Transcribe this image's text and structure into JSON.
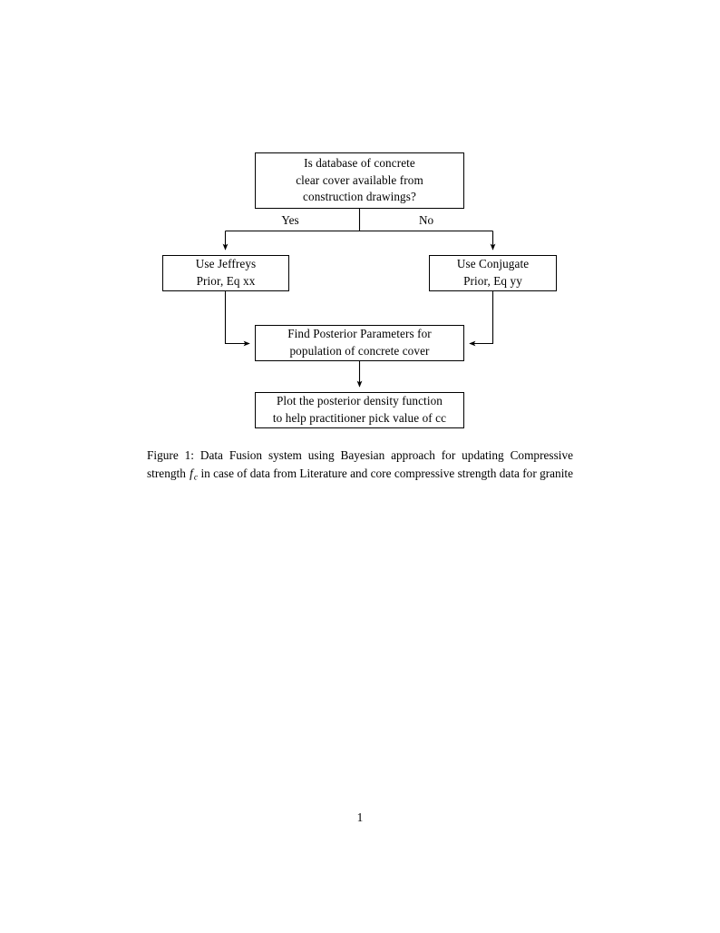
{
  "document": {
    "page_number": "1",
    "background_color": "#ffffff",
    "text_color": "#000000"
  },
  "figure": {
    "caption": {
      "label": "Figure 1:",
      "text_before_math": "Data Fusion system using Bayesian approach for updating Compressive strength",
      "math_variable": "f",
      "math_subscript": "c",
      "text_after_math": "in case of data from Literature and core compressive strength data for granite",
      "full_text": "Figure 1: Data Fusion system using Bayesian approach for updating Compressive strength fc in case of data from Literature and core compressive strength data for granite"
    },
    "flowchart": {
      "type": "flowchart",
      "line_color": "#000000",
      "fill_color": "#ffffff",
      "nodes": [
        {
          "id": "decision",
          "shape": "rectangle",
          "lines": [
            "Is database of concrete",
            "clear cover available from",
            "construction drawings?"
          ]
        },
        {
          "id": "jeffreys",
          "shape": "rectangle",
          "lines": [
            "Use Jeffreys",
            "Prior, Eq xx"
          ]
        },
        {
          "id": "conjugate",
          "shape": "rectangle",
          "lines": [
            "Use Conjugate",
            "Prior, Eq yy"
          ]
        },
        {
          "id": "posterior",
          "shape": "rectangle",
          "lines": [
            "Find Posterior Parameters for",
            "population of concrete cover"
          ]
        },
        {
          "id": "plot",
          "shape": "rectangle",
          "lines": [
            "Plot the posterior density function",
            "to help practitioner pick value of cc"
          ]
        }
      ],
      "edges": [
        {
          "id": "decision-yes-jeffreys",
          "from": "decision",
          "to": "jeffreys",
          "label": "Yes"
        },
        {
          "id": "decision-no-conjugate",
          "from": "decision",
          "to": "conjugate",
          "label": "No"
        },
        {
          "id": "jeffreys-posterior",
          "from": "jeffreys",
          "to": "posterior",
          "label": ""
        },
        {
          "id": "conjugate-posterior",
          "from": "conjugate",
          "to": "posterior",
          "label": ""
        },
        {
          "id": "posterior-plot",
          "from": "posterior",
          "to": "plot",
          "label": ""
        }
      ]
    }
  }
}
